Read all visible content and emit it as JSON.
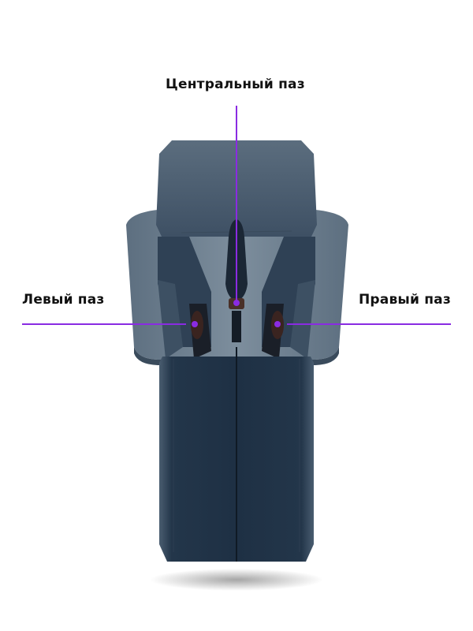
{
  "labels": {
    "center": "Центральный паз",
    "left": "Левый паз",
    "right": "Правый паз"
  },
  "colors": {
    "accent": "#8a2be2",
    "body_dark": "#1e2f42",
    "body_light": "#5a6b7b",
    "base": "#6f8191",
    "text": "#111111",
    "background": "#ffffff"
  }
}
